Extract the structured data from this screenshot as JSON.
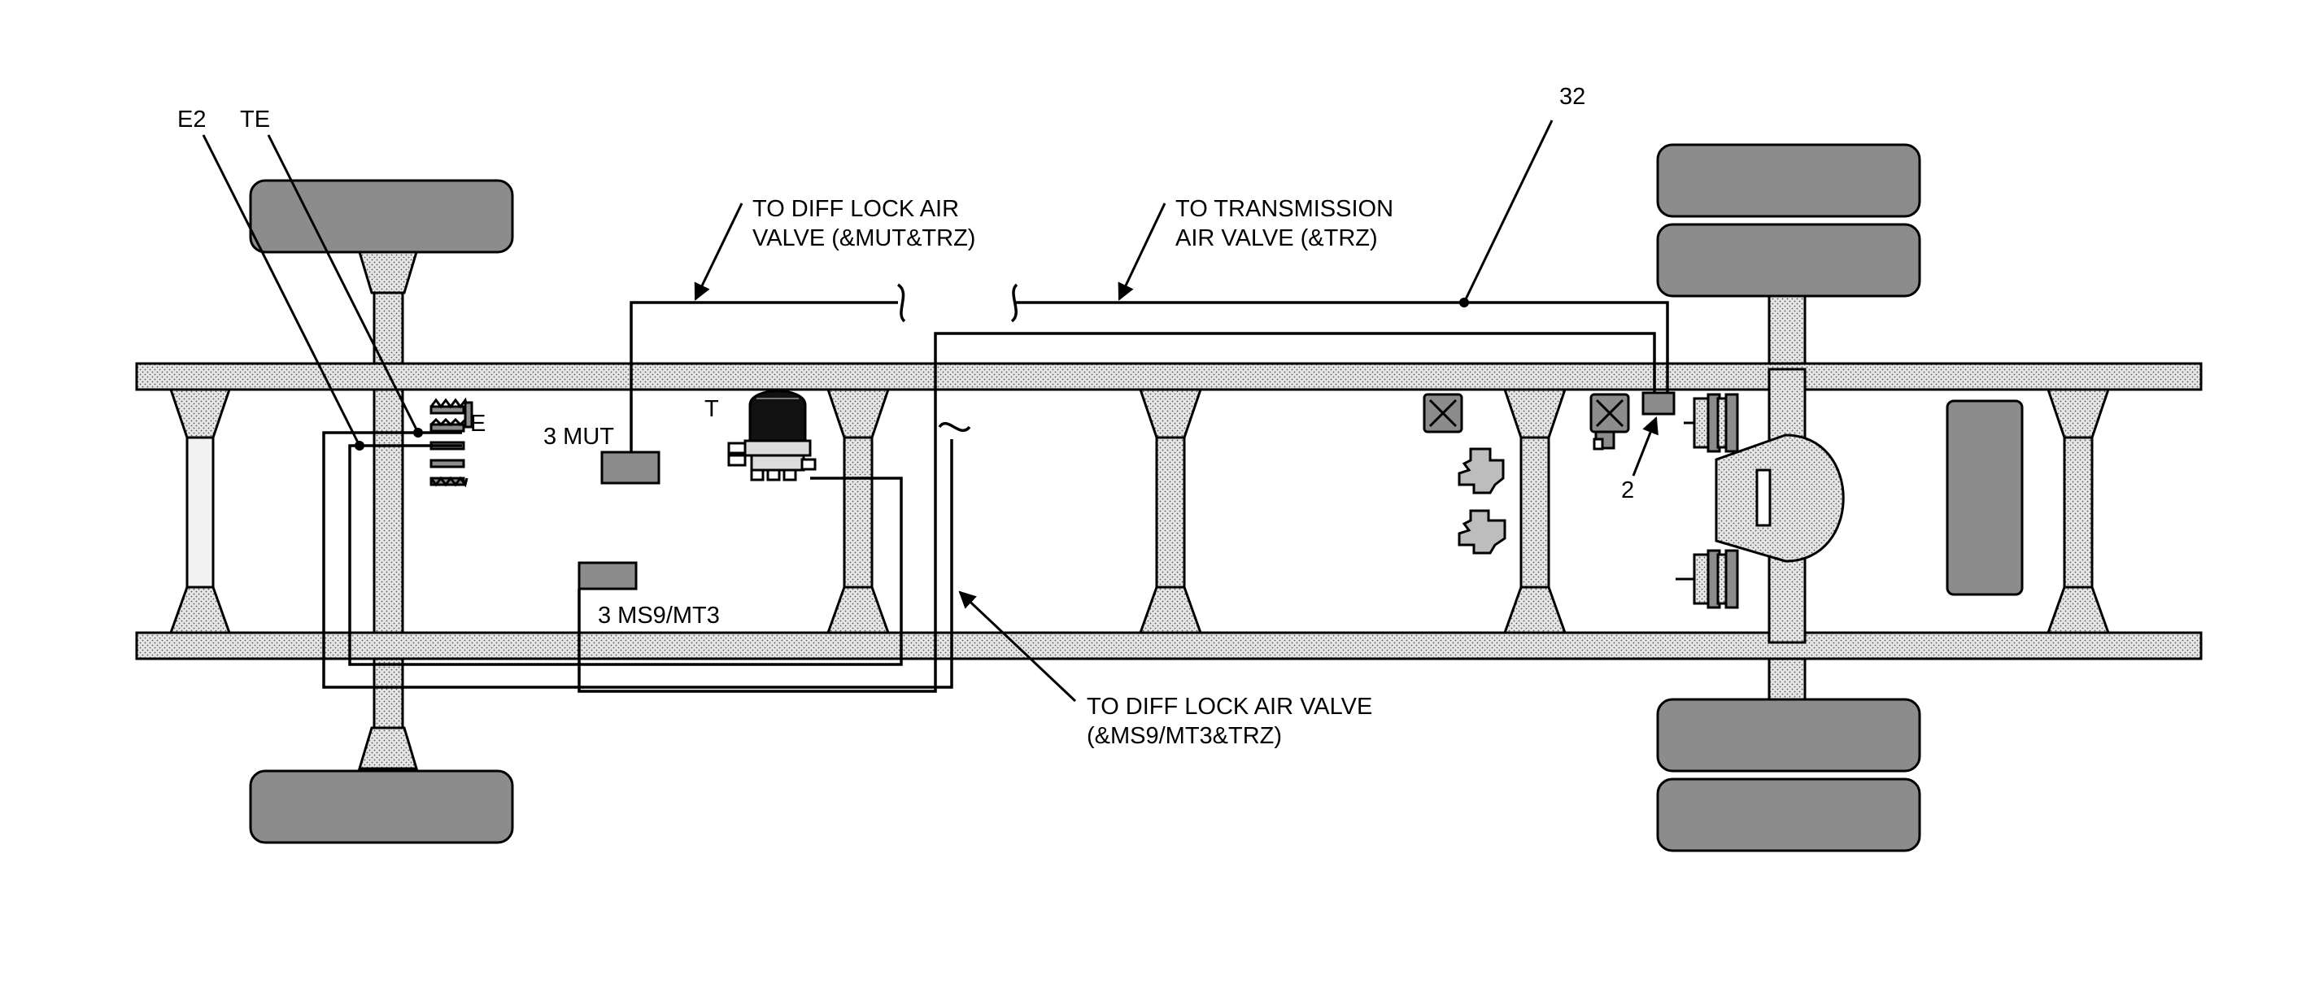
{
  "labels": {
    "e2": "E2",
    "te": "TE",
    "e": "E",
    "three_mut": "3 MUT",
    "t": "T",
    "three_ms9_mt3": "3 MS9/MT3",
    "diff_lock_top_line1": "TO DIFF LOCK AIR",
    "diff_lock_top_line2": "VALVE (&MUT&TRZ)",
    "transmission_line1": "TO TRANSMISSION",
    "transmission_line2": "AIR VALVE (&TRZ)",
    "num_32": "32",
    "num_2": "2",
    "diff_lock_bottom_line1": "TO DIFF LOCK AIR VALVE",
    "diff_lock_bottom_line2": "(&MS9/MT3&TRZ)"
  }
}
